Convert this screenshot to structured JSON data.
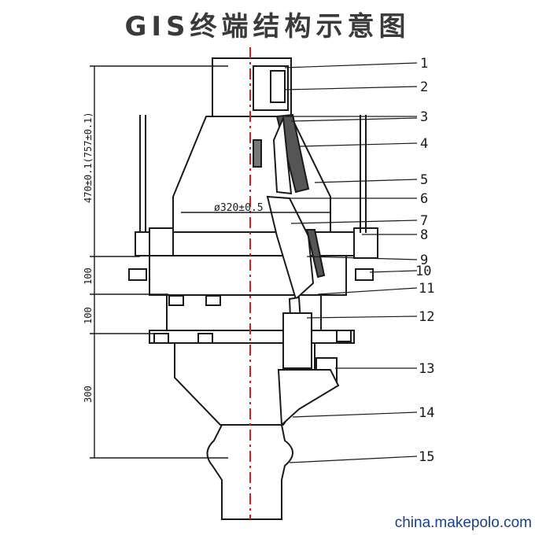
{
  "title": "GIS终端结构示意图",
  "watermark": "china.makepolo.com",
  "dimensions": {
    "upper": "470±0.1(757±0.1)",
    "mid1": "100",
    "mid2": "100",
    "lower": "300",
    "diameter": "ø320±0.5"
  },
  "part_numbers": [
    "1",
    "2",
    "3",
    "4",
    "5",
    "6",
    "7",
    "8",
    "9",
    "10",
    "11",
    "12",
    "13",
    "14",
    "15"
  ],
  "colors": {
    "line": "#1a1a1a",
    "centerline": "#d02020",
    "hatch": "#333333"
  }
}
